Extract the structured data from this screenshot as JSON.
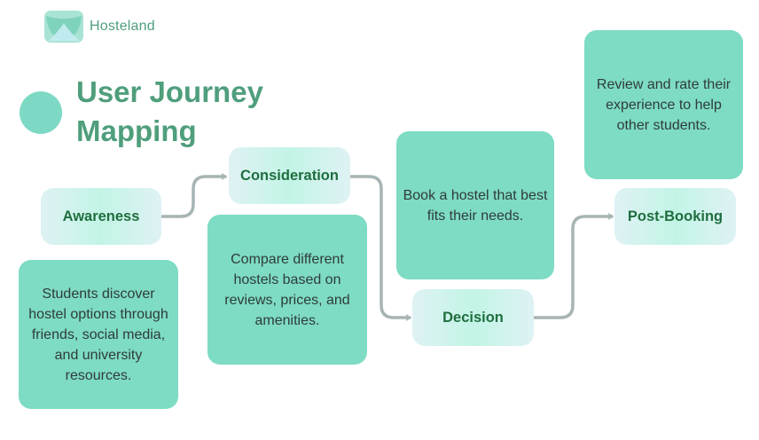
{
  "brand": {
    "name": "Hosteland",
    "logo_icon": "leaf-logo-icon"
  },
  "title": {
    "line1": "User Journey",
    "line2": "Mapping"
  },
  "colors": {
    "accent": "#4f9e7c",
    "stage_text": "#1f6e3f",
    "desc_fill": "#7edbc4",
    "connector": "#a7b4b4"
  },
  "stages": [
    {
      "id": "awareness",
      "label": "Awareness",
      "description": "Students discover hostel options through friends, social media, and university resources."
    },
    {
      "id": "consideration",
      "label": "Consideration",
      "description": "Compare different hostels based on reviews, prices, and amenities."
    },
    {
      "id": "decision",
      "label": "Decision",
      "description": "Book a hostel that best fits their needs."
    },
    {
      "id": "post-booking",
      "label": "Post-Booking",
      "description": "Review and rate their experience to help other students."
    }
  ],
  "connectors": [
    {
      "from": "awareness",
      "to": "consideration"
    },
    {
      "from": "consideration",
      "to": "decision"
    },
    {
      "from": "decision",
      "to": "post-booking"
    }
  ]
}
